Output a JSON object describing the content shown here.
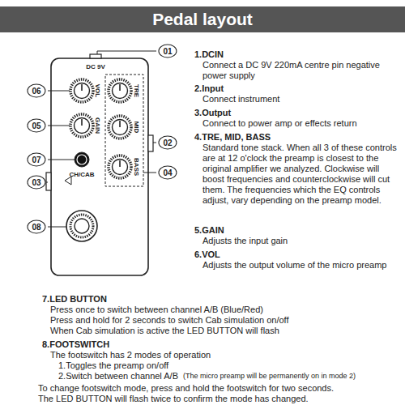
{
  "diagram": {
    "title": "Pedal layout",
    "labels": [
      "DC 9V",
      "VOL",
      "GAIN",
      "TRE",
      "MID",
      "BASS",
      "CH/CAB",
      "01",
      "02",
      "03",
      "04",
      "05",
      "06",
      "07",
      "08",
      "1.DCIN",
      "Connect a DC 9V 220mA centre pin negative power supply",
      "2.Input",
      "Connect instrument",
      "3.Output",
      "Connect to power amp or effects return",
      "4.TRE, MID, BASS",
      "Standard tone stack. When all 3 of these controls are at 12 o'clock the preamp is closest to the original amplifier we analyzed. Clockwise will boost frequencies and counterclockwise will cut them. The frequencies which the EQ controls adjust, vary depending on the preamp model.",
      "5.GAIN",
      "Adjusts the input gain",
      "6.VOL",
      "Adjusts the output volume of the micro preamp",
      "7.LED BUTTON",
      "Press once to switch between channel A/B (Blue/Red)",
      "Press and hold for 2 seconds to switch Cab simulation on/off",
      "When Cab simulation is active the LED BUTTON will flash",
      "8.FOOTSWITCH",
      "The footswitch has 2 modes of operation",
      "1.Toggles the preamp on/off",
      "2.Switch between channel A/B",
      "(The micro preamp will be permanently on in mode 2)",
      "To change footswitch mode, press and hold the footswitch for two seconds.",
      "The LED BUTTON will flash twice to confirm the mode has changed."
    ]
  }
}
